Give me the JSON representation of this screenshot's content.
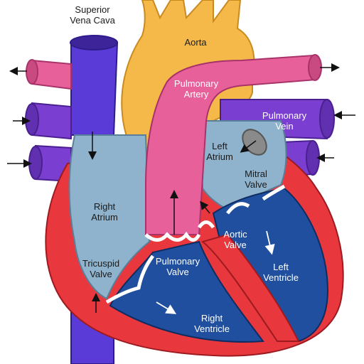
{
  "diagram": {
    "labels": {
      "superior_vena_cava": [
        "Superior",
        "Vena Cava"
      ],
      "aorta": [
        "Aorta"
      ],
      "pulmonary_artery": [
        "Pulmonary",
        "Artery"
      ],
      "pulmonary_vein": [
        "Pulmonary",
        "Vein"
      ],
      "left_atrium": [
        "Left",
        "Atrium"
      ],
      "mitral_valve": [
        "Mitral",
        "Valve"
      ],
      "right_atrium": [
        "Right",
        "Atrium"
      ],
      "aortic_valve": [
        "Aortic",
        "Valve"
      ],
      "left_ventricle": [
        "Left",
        "Ventricle"
      ],
      "tricuspid_valve": [
        "Tricuspid",
        "Valve"
      ],
      "pulmonary_valve": [
        "Pulmonary",
        "Valve"
      ],
      "right_ventricle": [
        "Right",
        "Ventricle"
      ]
    },
    "colors": {
      "background": "#ffffff",
      "aorta": "#f5b94a",
      "pulmonary_artery": "#e8609a",
      "vena_cava": "#5a3bd8",
      "pulmonary_vein": "#7a3fd0",
      "atrium": "#8fb3cc",
      "ventricle": "#1f4f9e",
      "muscle": "#e8383e",
      "valve": "#ffffff"
    }
  }
}
